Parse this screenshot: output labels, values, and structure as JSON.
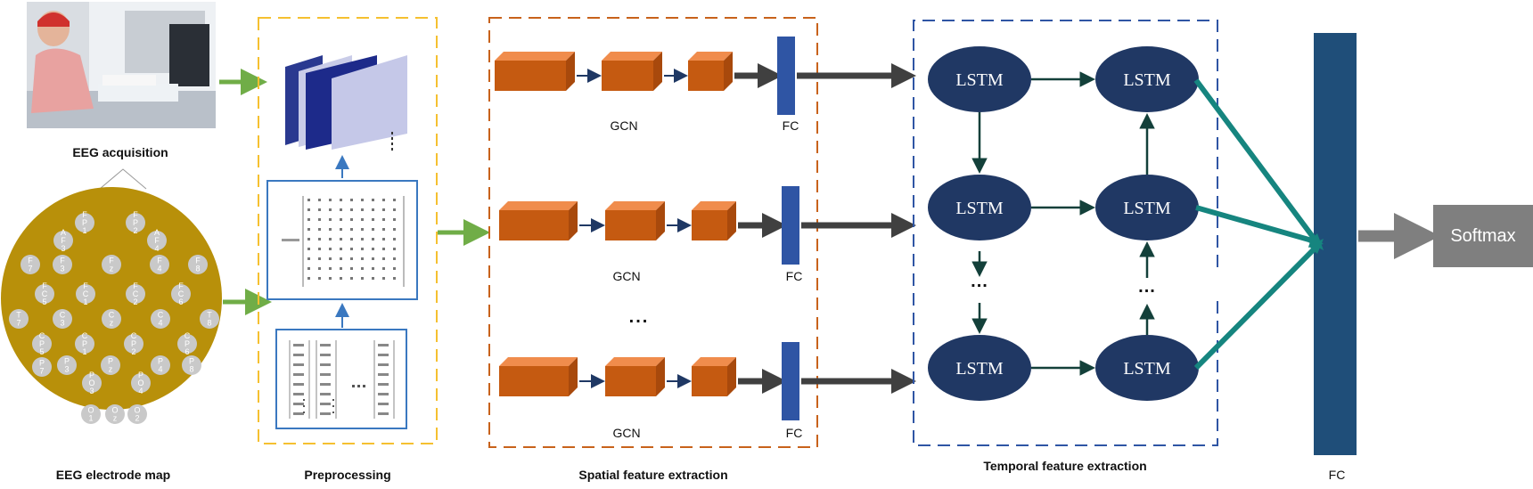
{
  "labels": {
    "eeg_acquisition": "EEG acquisition",
    "eeg_electrode_map": "EEG electrode map",
    "preprocessing": "Preprocessing",
    "spatial_feature_extraction": "Spatial feature extraction",
    "temporal_feature_extraction": "Temporal feature extraction",
    "gcn": "GCN",
    "fc": "FC",
    "lstm": "LSTM",
    "ellipsis": "...",
    "softmax": "Softmax",
    "final_fc": "FC"
  },
  "electrodes": [
    {
      "t1": "F",
      "t2": "P",
      "t3": "1"
    },
    {
      "t1": "F",
      "t2": "P",
      "t3": "2"
    },
    {
      "t1": "A",
      "t2": "F",
      "t3": "3"
    },
    {
      "t1": "A",
      "t2": "F",
      "t3": "4"
    },
    {
      "t1": "F",
      "t2": "7",
      "t3": ""
    },
    {
      "t1": "F",
      "t2": "3",
      "t3": ""
    },
    {
      "t1": "F",
      "t2": "z",
      "t3": ""
    },
    {
      "t1": "F",
      "t2": "4",
      "t3": ""
    },
    {
      "t1": "F",
      "t2": "8",
      "t3": ""
    },
    {
      "t1": "F",
      "t2": "C",
      "t3": "5"
    },
    {
      "t1": "F",
      "t2": "C",
      "t3": "1"
    },
    {
      "t1": "F",
      "t2": "C",
      "t3": "2"
    },
    {
      "t1": "F",
      "t2": "C",
      "t3": "6"
    },
    {
      "t1": "T",
      "t2": "7",
      "t3": ""
    },
    {
      "t1": "C",
      "t2": "3",
      "t3": ""
    },
    {
      "t1": "C",
      "t2": "z",
      "t3": ""
    },
    {
      "t1": "C",
      "t2": "4",
      "t3": ""
    },
    {
      "t1": "T",
      "t2": "8",
      "t3": ""
    },
    {
      "t1": "C",
      "t2": "P",
      "t3": "5"
    },
    {
      "t1": "C",
      "t2": "P",
      "t3": "1"
    },
    {
      "t1": "C",
      "t2": "P",
      "t3": "2"
    },
    {
      "t1": "C",
      "t2": "P",
      "t3": "6"
    },
    {
      "t1": "P",
      "t2": "7",
      "t3": ""
    },
    {
      "t1": "P",
      "t2": "3",
      "t3": ""
    },
    {
      "t1": "P",
      "t2": "z",
      "t3": ""
    },
    {
      "t1": "P",
      "t2": "4",
      "t3": ""
    },
    {
      "t1": "P",
      "t2": "8",
      "t3": ""
    },
    {
      "t1": "P",
      "t2": "O",
      "t3": "3"
    },
    {
      "t1": "P",
      "t2": "O",
      "t3": "4"
    },
    {
      "t1": "O",
      "t2": "1",
      "t3": ""
    },
    {
      "t1": "O",
      "t2": "z",
      "t3": ""
    },
    {
      "t1": "O",
      "t2": "2",
      "t3": ""
    }
  ],
  "colors": {
    "head": "#b8900a",
    "electrode": "#c9c9c9",
    "prep_border": "#f5c030",
    "prep_box": "#3a78c0",
    "spatial_border": "#c8621b",
    "block_front": "#c55a11",
    "block_top": "#f08c4c",
    "block_side": "#a8490c",
    "fc_bar": "#2f55a4",
    "temporal_border": "#2f55a4",
    "lstm": "#203864",
    "lstm_arrow": "#13403a",
    "teal": "#16857f",
    "final_fc": "#1f4e79",
    "dark_arrow": "#404040",
    "green_arrow": "#70ad47",
    "softmax": "#7f7f7f"
  }
}
